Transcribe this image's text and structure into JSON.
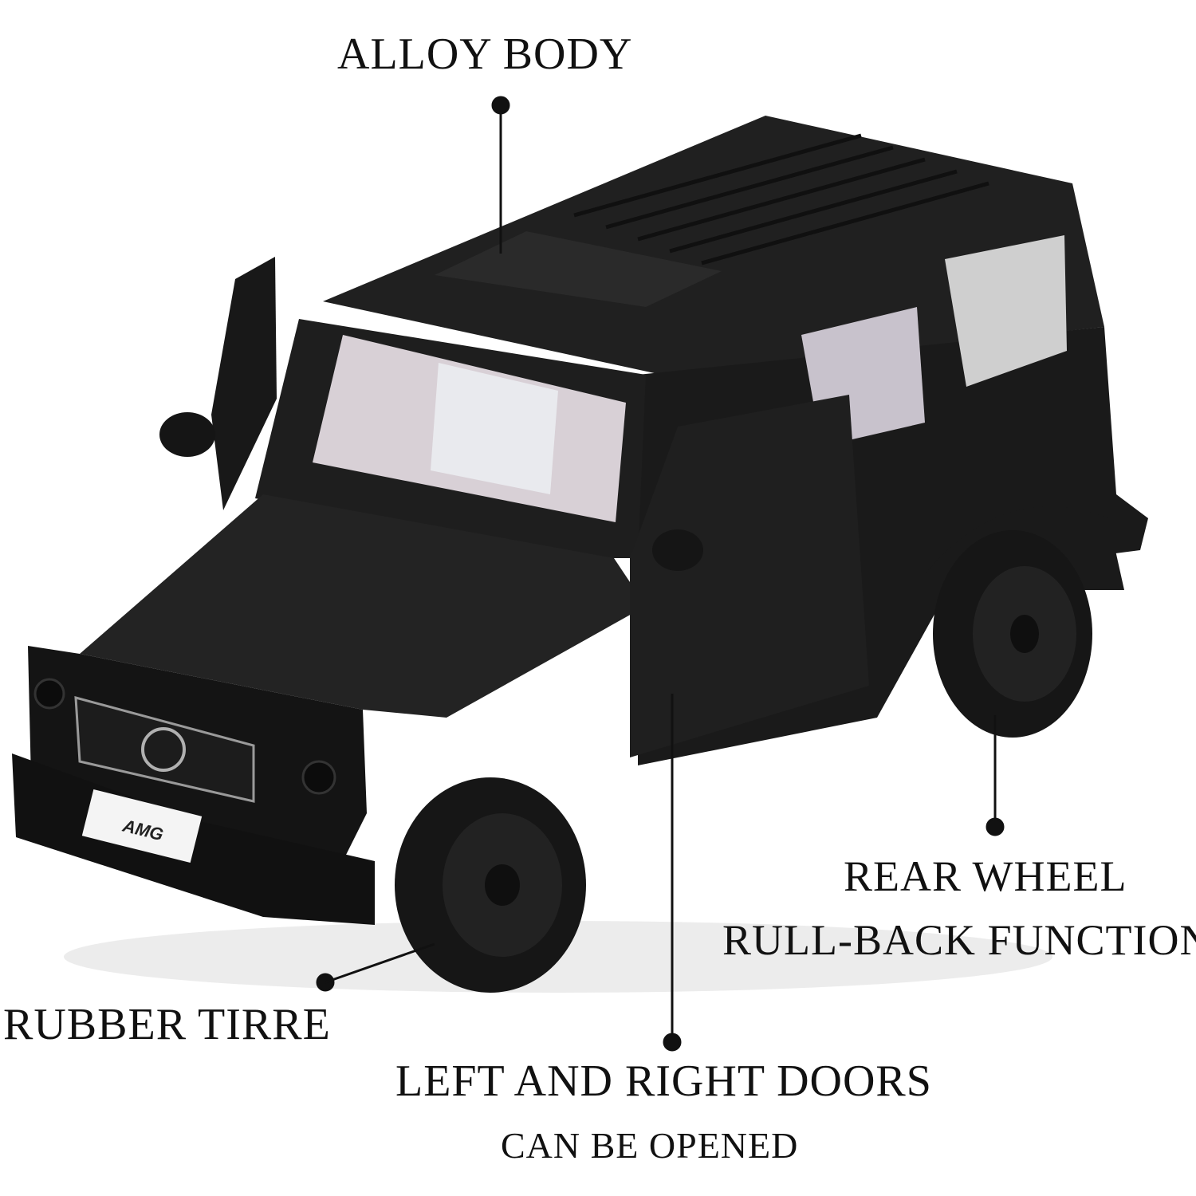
{
  "callouts": {
    "alloy_body": "ALLOY BODY",
    "rear_wheel_line1": "REAR WHEEL",
    "rear_wheel_line2": "RULL-BACK FUNCTION",
    "rubber_tire": "RUBBER TIRRE",
    "doors_line1": "LEFT AND RIGHT DOORS",
    "doors_line2": "CAN BE OPENED"
  },
  "grille_badge": "AMG",
  "colors": {
    "background": "#ffffff",
    "car_body": "#1b1b1b",
    "text": "#111111"
  }
}
